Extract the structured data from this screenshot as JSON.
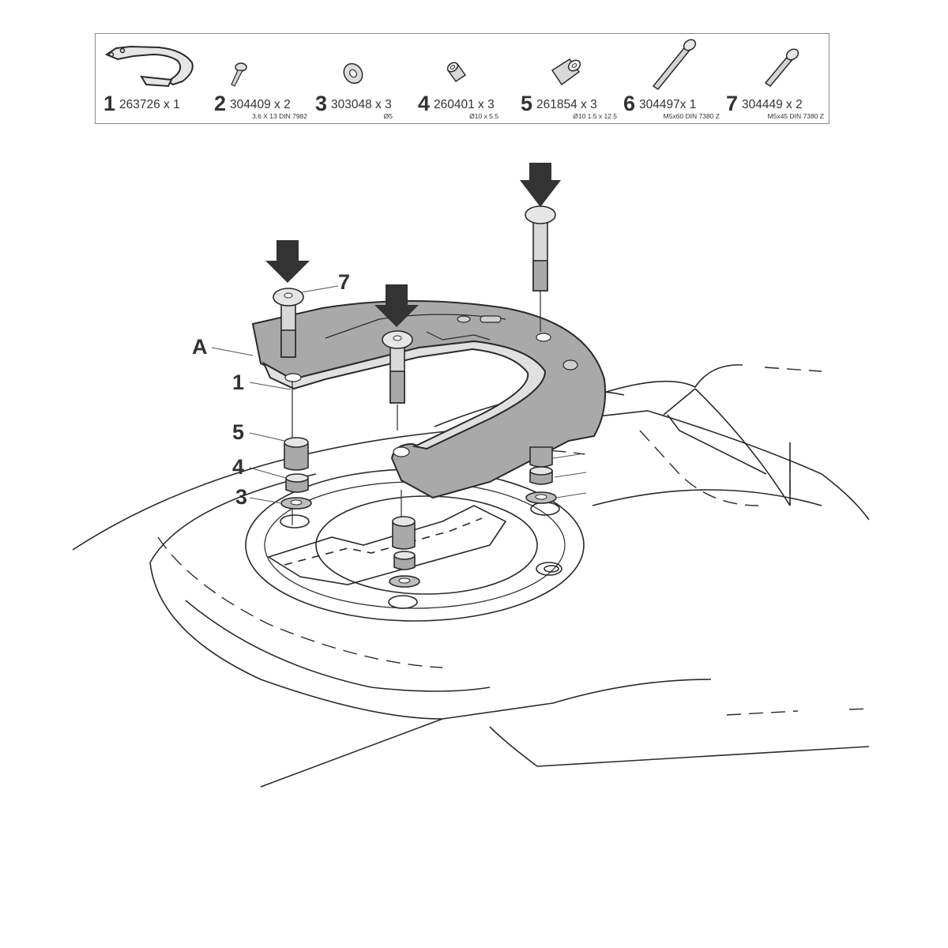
{
  "parts": [
    {
      "number": "1",
      "code": "263726 x 1",
      "spec": ""
    },
    {
      "number": "2",
      "code": "304409 x 2",
      "spec": "3,6 X 13 DIN 7982"
    },
    {
      "number": "3",
      "code": "303048 x 3",
      "spec": "Ø5"
    },
    {
      "number": "4",
      "code": "260401 x 3",
      "spec": "Ø10 x 5.5"
    },
    {
      "number": "5",
      "code": "261854 x 3",
      "spec": "Ø10 1.5 x 12.5"
    },
    {
      "number": "6",
      "code": "304497x 1",
      "spec": "M5x60 DIN 7380 Z"
    },
    {
      "number": "7",
      "code": "304449 x 2",
      "spec": "M5x45 DIN 7380 Z"
    }
  ],
  "callouts": {
    "a": "A",
    "c1": "1",
    "c3": "3",
    "c4": "4",
    "c5": "5",
    "c7": "7"
  },
  "colors": {
    "line": "#2a2a2a",
    "part_fill": "#a9a9a9",
    "arrow_fill": "#333333"
  }
}
